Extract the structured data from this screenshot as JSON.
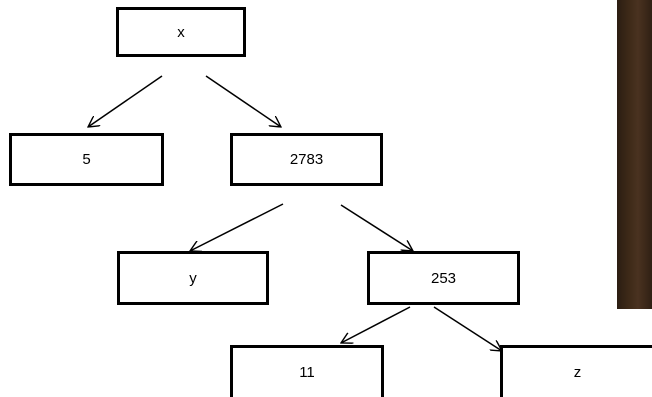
{
  "diagram": {
    "type": "tree",
    "nodes": [
      {
        "id": "x",
        "label": "x"
      },
      {
        "id": "5",
        "label": "5"
      },
      {
        "id": "2783",
        "label": "2783"
      },
      {
        "id": "y",
        "label": "y"
      },
      {
        "id": "253",
        "label": "253"
      },
      {
        "id": "11",
        "label": "11"
      },
      {
        "id": "z",
        "label": "z"
      }
    ],
    "edges": [
      {
        "from": "x",
        "to": "5"
      },
      {
        "from": "x",
        "to": "2783"
      },
      {
        "from": "2783",
        "to": "y"
      },
      {
        "from": "2783",
        "to": "253"
      },
      {
        "from": "253",
        "to": "11"
      },
      {
        "from": "253",
        "to": "z"
      }
    ]
  },
  "colors": {
    "stroke": "#000000",
    "background": "#ffffff"
  }
}
